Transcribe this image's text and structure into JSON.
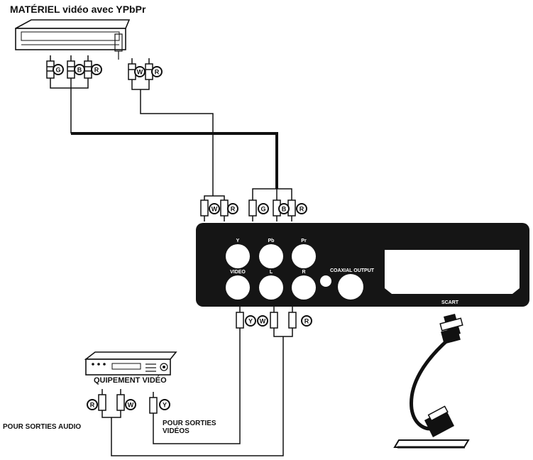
{
  "labels": {
    "source_title": "MATÉRIEL vidéo avec YPbPr",
    "equipment": "QUIPEMENT VIDÉO",
    "audio_out": "POUR SORTIES AUDIO",
    "video_out": "POUR SORTIES VIDÉOS"
  },
  "panel": {
    "jack_Y": "Y",
    "jack_Pb": "Pb",
    "jack_Pr": "Pr",
    "jack_video": "VIDEO",
    "jack_L": "L",
    "jack_R": "R",
    "coaxial": "COAXIAL OUTPUT",
    "scart": "SCART"
  },
  "plug_letters": {
    "source_component": [
      "G",
      "B",
      "R"
    ],
    "source_audio": [
      "W",
      "R"
    ],
    "panel_audio_in": [
      "W",
      "R"
    ],
    "panel_component_in": [
      "G",
      "B",
      "R"
    ],
    "panel_bottom": [
      "Y",
      "W",
      "R"
    ],
    "equipment_audio": [
      "R",
      "W"
    ],
    "equipment_video": [
      "Y"
    ]
  },
  "colors": {
    "ink": "#111111",
    "panel": "#151515",
    "jack_fill": "#ffffff",
    "paper": "#ffffff"
  }
}
